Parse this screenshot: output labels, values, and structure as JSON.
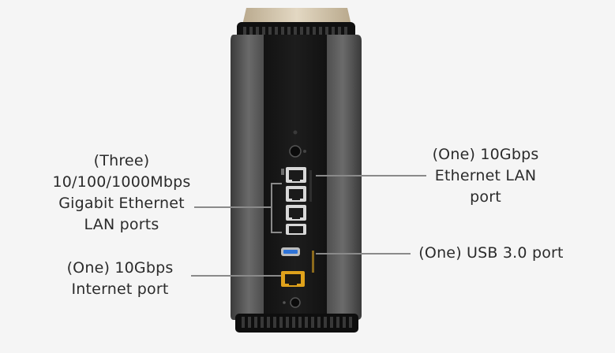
{
  "callouts": {
    "lan_ports": {
      "lines": [
        "(Three)",
        "10/100/1000Mbps",
        "Gigabit Ethernet",
        "LAN ports"
      ]
    },
    "internet_port": {
      "lines": [
        "(One) 10Gbps",
        "Internet port"
      ]
    },
    "ethernet_lan_port": {
      "lines": [
        "(One) 10Gbps",
        "Ethernet LAN",
        "port"
      ]
    },
    "usb_port": {
      "lines": [
        "(One) USB 3.0 port"
      ]
    }
  },
  "colors": {
    "background": "#f5f5f5",
    "device_body": "#1c1c1c",
    "device_side": "#5d5d5d",
    "internet_port_accent": "#e0a21b",
    "usb_port_accent": "#2f74d8",
    "leader_line": "#8a8a8a"
  }
}
